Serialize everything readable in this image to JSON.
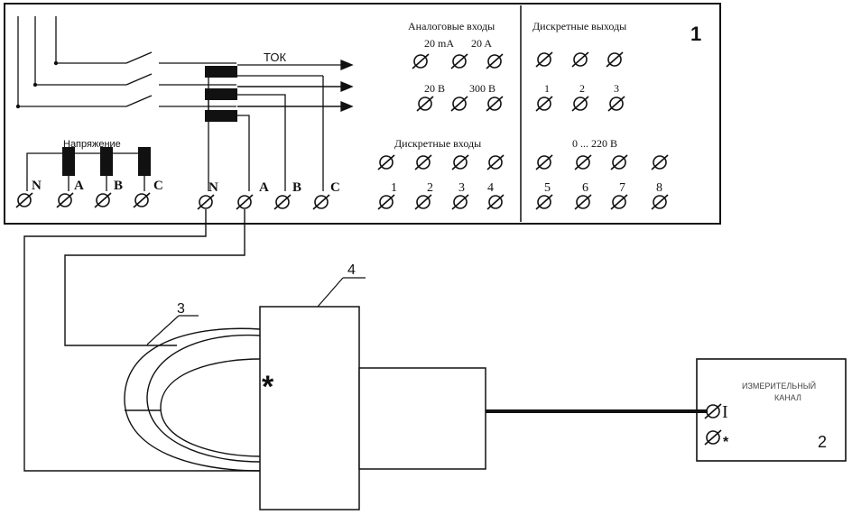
{
  "panel": {
    "number": "1",
    "analog_inputs": {
      "title": "Аналоговые входы",
      "row1_labels": [
        "20 mA",
        "20 A"
      ],
      "row2_labels": [
        "20 В",
        "300 В"
      ]
    },
    "discrete_outputs": {
      "title": "Дискретные выходы",
      "row2_labels": [
        "1",
        "2",
        "3"
      ],
      "row3_label": "0 ... 220 В",
      "row4_labels": [
        "5",
        "6",
        "7",
        "8"
      ]
    },
    "discrete_inputs": {
      "title": "Дискретные входы",
      "labels": [
        "1",
        "2",
        "3",
        "4"
      ]
    },
    "current_label": "ТОК",
    "voltage_label": "Напряжение",
    "voltage_terminals": [
      "N",
      "A",
      "B",
      "C"
    ],
    "current_terminals": [
      "N",
      "A",
      "B",
      "C"
    ]
  },
  "labels": {
    "clamp": "3",
    "converter": "4",
    "star": "*"
  },
  "meter": {
    "title_line1": "ИЗМЕРИТЕЛЬНЫЙ",
    "title_line2": "КАНАЛ",
    "number": "2",
    "terminal_i": "I",
    "terminal_star": "*"
  }
}
